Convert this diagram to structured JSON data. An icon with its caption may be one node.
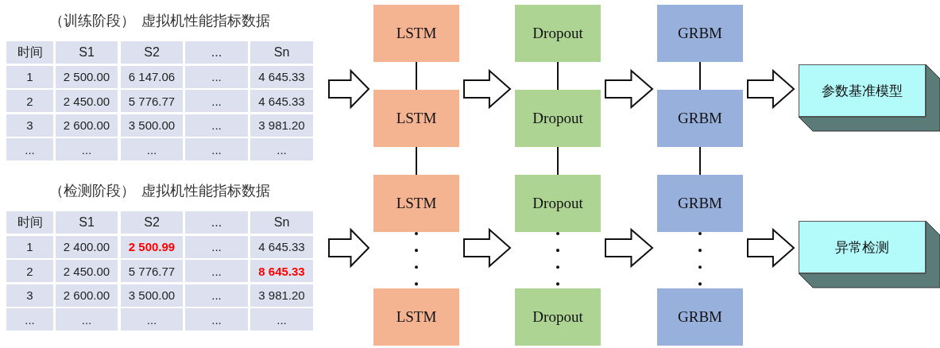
{
  "diagram": {
    "nodes": [
      {
        "text": [
          "LSTM"
        ]
      },
      {
        "text": [
          "LSTM"
        ]
      },
      {
        "text": [
          "LSTM"
        ]
      },
      {
        "text": [
          "LSTM"
        ]
      },
      {
        "text": [
          "Dropout"
        ]
      },
      {
        "text": [
          "Dropout"
        ]
      },
      {
        "text": [
          "Dropout"
        ]
      },
      {
        "text": [
          "Dropout"
        ]
      },
      {
        "text": [
          "GRBM"
        ]
      },
      {
        "text": [
          "GRBM"
        ]
      },
      {
        "text": [
          "GRBM"
        ]
      },
      {
        "text": [
          "GRBM"
        ]
      },
      {
        "text": [
          "参数基准模型"
        ]
      },
      {
        "text": [
          "异常检测"
        ]
      }
    ],
    "edges": [
      {
        "from": 0,
        "to": 1,
        "arrow": "none"
      },
      {
        "from": 1,
        "to": 2,
        "arrow": "none"
      },
      {
        "from": 2,
        "to": 3,
        "arrow": "none",
        "style": "dashed"
      },
      {
        "from": 4,
        "to": 5,
        "arrow": "none"
      },
      {
        "from": 5,
        "to": 6,
        "arrow": "none"
      },
      {
        "from": 6,
        "to": 7,
        "arrow": "none",
        "style": "dashed"
      },
      {
        "from": 8,
        "to": 9,
        "arrow": "none"
      },
      {
        "from": 9,
        "to": 10,
        "arrow": "none"
      },
      {
        "from": 10,
        "to": 11,
        "arrow": "none",
        "style": "dashed"
      },
      {
        "from": null,
        "to": 1,
        "arrow": "to"
      },
      {
        "from": 1,
        "to": 5,
        "arrow": "to"
      },
      {
        "from": 5,
        "to": 9,
        "arrow": "to"
      },
      {
        "from": 9,
        "to": 12,
        "arrow": "to"
      },
      {
        "from": null,
        "to": 2,
        "arrow": "to"
      },
      {
        "from": 2,
        "to": 6,
        "arrow": "to"
      },
      {
        "from": 6,
        "to": 10,
        "arrow": "to"
      },
      {
        "from": 10,
        "to": 13,
        "arrow": "to"
      }
    ],
    "labels": [
      "（训练阶段）",
      "虚拟机性能指标数据",
      "时间",
      "S1",
      "S2",
      "...",
      "Sn",
      "1",
      "2 500.00",
      "6 147.06",
      "...",
      "4 645.33",
      "2",
      "2 450.00",
      "5 776.77",
      "...",
      "4 645.33",
      "3",
      "2 600.00",
      "3 500.00",
      "...",
      "3 981.20",
      "...",
      "...",
      "...",
      "...",
      "...",
      "（检测阶段）",
      "虚拟机性能指标数据",
      "时间",
      "S1",
      "S2",
      "...",
      "Sn",
      "1",
      "2 400.00",
      "**2 500.99**",
      "...",
      "4 645.33",
      "2",
      "2 450.00",
      "5 776.77",
      "...",
      "**8 645.33**",
      "3",
      "2 600.00",
      "3 500.00",
      "...",
      "3 981.20",
      "...",
      "...",
      "...",
      "...",
      "..."
    ]
  }
}
